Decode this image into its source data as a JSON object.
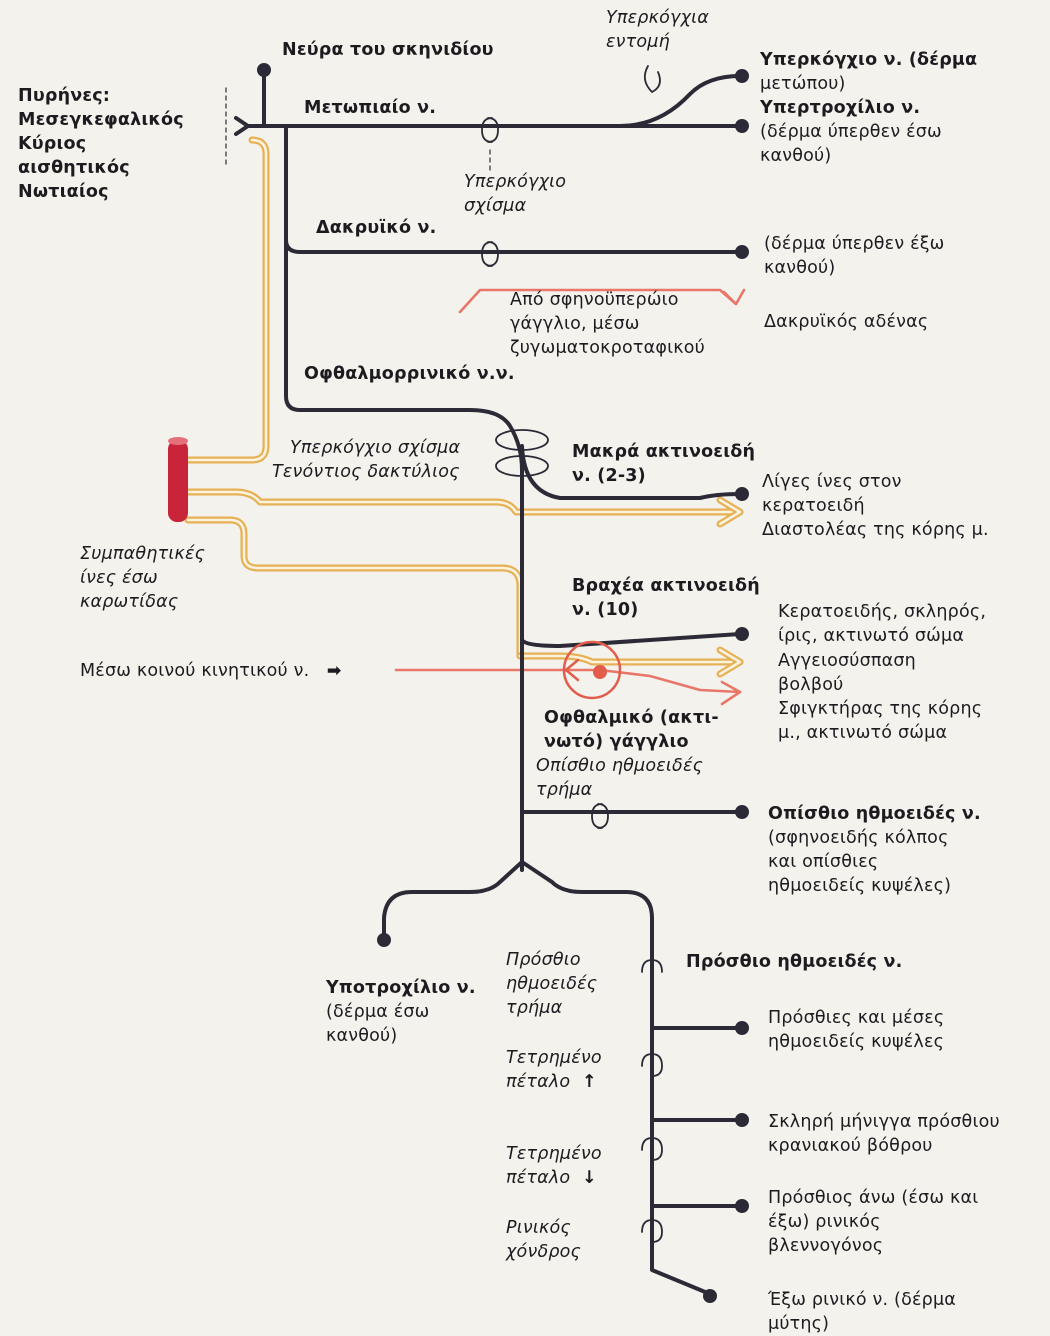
{
  "colors": {
    "nerve": "#2b2a36",
    "sympathetic_outer": "#e6b155",
    "sympathetic_inner": "#fbf3df",
    "parasympathetic": "#e8776a",
    "artery": "#c8243a",
    "ganglion": "#e25c4c"
  },
  "labels": {
    "nuclei": [
      "Πυρήνες:",
      "Μεσεγκεφαλικός",
      "Κύριος",
      "αισθητικός",
      "Νωτιαίος"
    ],
    "nerve_root": [
      "Νεύρα του σκηνιδίου"
    ],
    "frontal": [
      "Μετωπιαίο ν."
    ],
    "supraorbital_notch": [
      "Υπερκόγχια",
      "εντομή"
    ],
    "supraorbital_fissure_1": [
      "Υπερκόγχιο",
      "σχίσμα"
    ],
    "supraorbital_nerve": [
      "Υπερκόγχιο ν. (δέρμα",
      "μετώπου)"
    ],
    "supratrochlear_nerve": [
      "Υπερτροχίλιο ν.",
      "(δέρμα ύπερθεν έσω",
      "κανθού)"
    ],
    "lacrimal": [
      "Δακρυϊκό ν."
    ],
    "lacrimal_skin": [
      "(δέρμα ύπερθεν έξω",
      "κανθού)"
    ],
    "pterygopalatine": [
      "Από σφηνοϋπερώιο",
      "γάγγλιο, μέσω",
      "ζυγωματοκροταφικού"
    ],
    "lacrimal_gland": [
      "Δακρυϊκός αδένας"
    ],
    "nasociliary": [
      "Οφθαλμορρινικό ν.ν."
    ],
    "supraorbital_fissure_2": [
      "Υπερκόγχιο σχίσμα"
    ],
    "tendinous_ring": [
      "Τενόντιος δακτύλιος"
    ],
    "long_ciliary": [
      "Μακρά ακτινοειδή",
      "ν. (2-3)"
    ],
    "cornea_fibres": [
      "Λίγες ίνες στον",
      "κερατοειδή"
    ],
    "dilator": [
      "Διαστολέας της κόρης μ."
    ],
    "sympathetic": [
      "Συμπαθητικές",
      "ίνες έσω",
      "καρωτίδας"
    ],
    "short_ciliary": [
      "Βραχέα ακτινοειδή",
      "ν. (10)"
    ],
    "cornea_sclera": [
      "Κερατοειδής, σκληρός,",
      "ίρις, ακτινωτό σώμα"
    ],
    "vasodilation": [
      "Αγγειοσύσπαση",
      "βολβού"
    ],
    "sphincter": [
      "Σφιγκτήρας της κόρης",
      "μ., ακτινωτό σώμα"
    ],
    "oculomotor": [
      "Μέσω κοινού κινητικού ν."
    ],
    "ciliary_ganglion": [
      "Οφθαλμικό (ακτι-",
      "νωτό) γάγγλιο"
    ],
    "post_ethmoid_foramen": [
      "Οπίσθιο ηθμοειδές",
      "τρήμα"
    ],
    "post_ethmoid_nerve": [
      "Οπίσθιο ηθμοειδές ν.",
      "(σφηνοειδής κόλπος",
      "και οπίσθιες",
      "ηθμοειδείς κυψέλες)"
    ],
    "infratrochlear": [
      "Υποτροχίλιο ν.",
      "(δέρμα έσω",
      "κανθού)"
    ],
    "ant_ethmoid_foramen": [
      "Πρόσθιο",
      "ηθμοειδές",
      "τρήμα"
    ],
    "ant_ethmoid_nerve": [
      "Πρόσθιο ηθμοειδές ν."
    ],
    "cribriform_up": [
      "Τετρημένο",
      "πέταλο"
    ],
    "cribriform_down": [
      "Τετρημένο",
      "πέταλο"
    ],
    "ethmoid_cells": [
      "Πρόσθιες και μέσες",
      "ηθμοειδείς κυψέλες"
    ],
    "dura": [
      "Σκληρή μήνιγγα πρόσθιου",
      "κρανιακού βόθρου"
    ],
    "nasal_mucosa": [
      "Πρόσθιος άνω (έσω και",
      "έξω) ρινικός",
      "βλεννογόνος"
    ],
    "nasal_cartilage": [
      "Ρινικός",
      "χόνδρος"
    ],
    "external_nasal": [
      "Έξω ρινικό ν. (δέρμα",
      "μύτης)"
    ]
  },
  "symbols": {
    "arrow_right": "➡",
    "arrow_up": "↑",
    "arrow_down": "↓"
  }
}
